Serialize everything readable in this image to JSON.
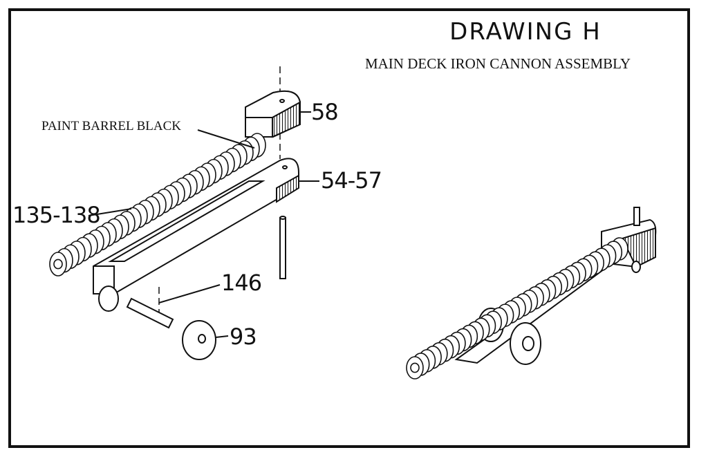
{
  "drawing": {
    "title": "DRAWING  H",
    "subtitle": "MAIN DECK IRON CANNON ASSEMBLY",
    "note": "PAINT BARREL BLACK"
  },
  "parts": {
    "p58": "58",
    "p54": "54-57",
    "p135": "135-138",
    "p146": "146",
    "p93": "93"
  },
  "colors": {
    "ink": "#111111",
    "paper": "#ffffff"
  }
}
